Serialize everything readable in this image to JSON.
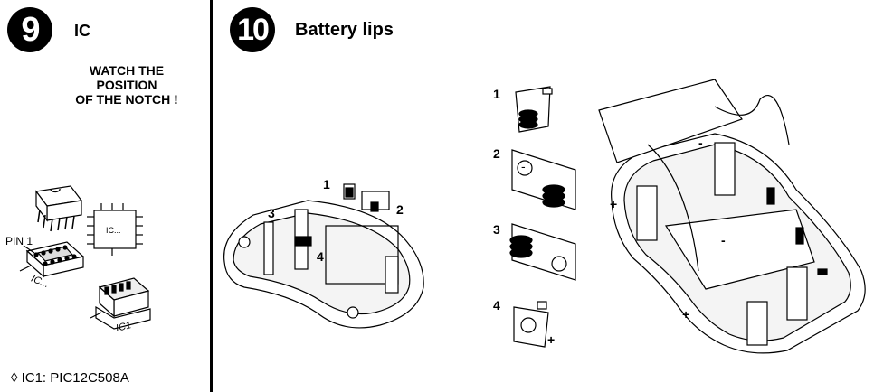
{
  "step9": {
    "number": "9",
    "title": "IC",
    "warning_lines": [
      "WATCH THE",
      "POSITION",
      "OF THE NOTCH !"
    ],
    "pin_label": "PIN 1",
    "ic_symbol_label": "IC...",
    "socket_label": "IC...",
    "chip_label": "IC1",
    "footer_marker": "◊",
    "footer": "IC1: PIC12C508A"
  },
  "step10": {
    "number": "10",
    "title": "Battery lips",
    "housing_callouts": [
      "1",
      "2",
      "3",
      "4"
    ],
    "parts": [
      {
        "index": "1"
      },
      {
        "index": "2",
        "polarity": "-"
      },
      {
        "index": "3"
      },
      {
        "index": "4",
        "polarity": "+"
      }
    ],
    "assembly_marks": [
      "-",
      "+",
      "-",
      "+"
    ]
  }
}
